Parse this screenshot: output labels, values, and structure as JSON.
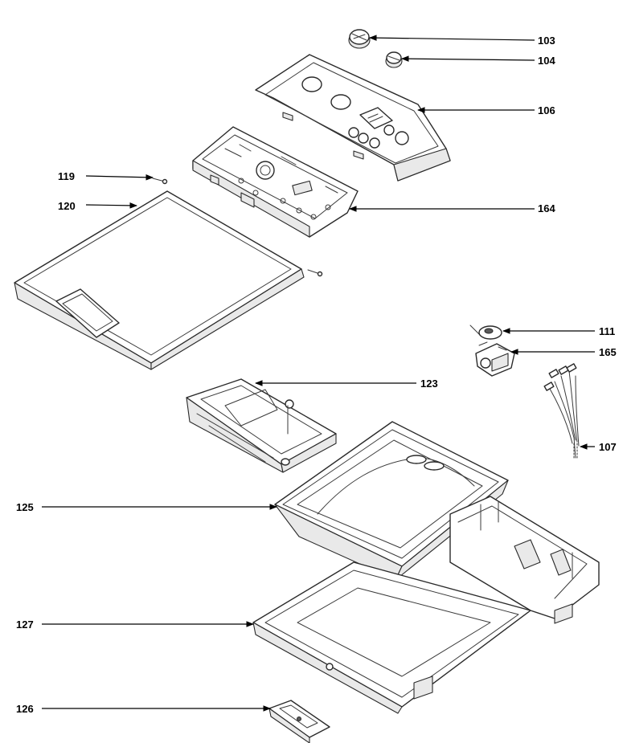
{
  "diagram": {
    "labels": {
      "p103": "103",
      "p104": "104",
      "p106": "106",
      "p119": "119",
      "p120": "120",
      "p164": "164",
      "p111": "111",
      "p165": "165",
      "p123": "123",
      "p107": "107",
      "p125": "125",
      "p127": "127",
      "p126": "126"
    },
    "line_color": "#000000",
    "part_outline_color": "#2a2a2a"
  }
}
